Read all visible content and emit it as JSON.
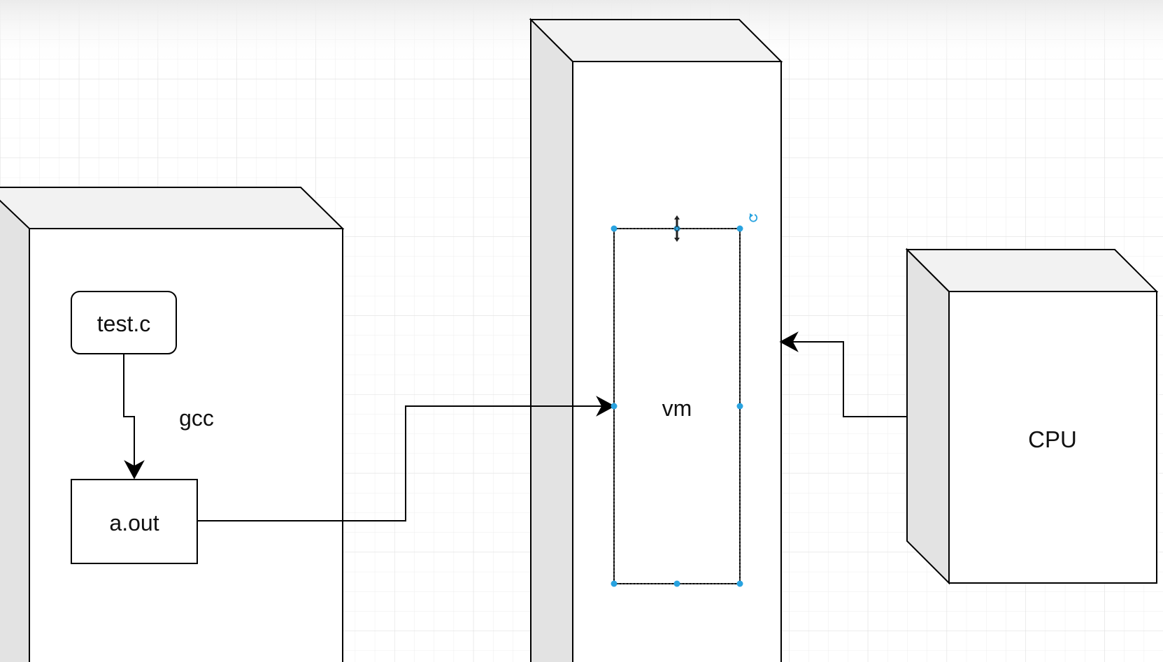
{
  "diagram": {
    "nodes": {
      "test_c": {
        "label": "test.c"
      },
      "a_out": {
        "label": "a.out"
      },
      "vm": {
        "label": "vm"
      },
      "cpu": {
        "label": "CPU"
      }
    },
    "edges": {
      "compile": {
        "label": "gcc"
      }
    }
  },
  "colors": {
    "grid_line": "#e6e6e6",
    "stroke": "#000000",
    "cube_front": "#ffffff",
    "cube_top": "#f2f2f2",
    "cube_side": "#e3e3e3",
    "selection": "#29a3e0"
  }
}
